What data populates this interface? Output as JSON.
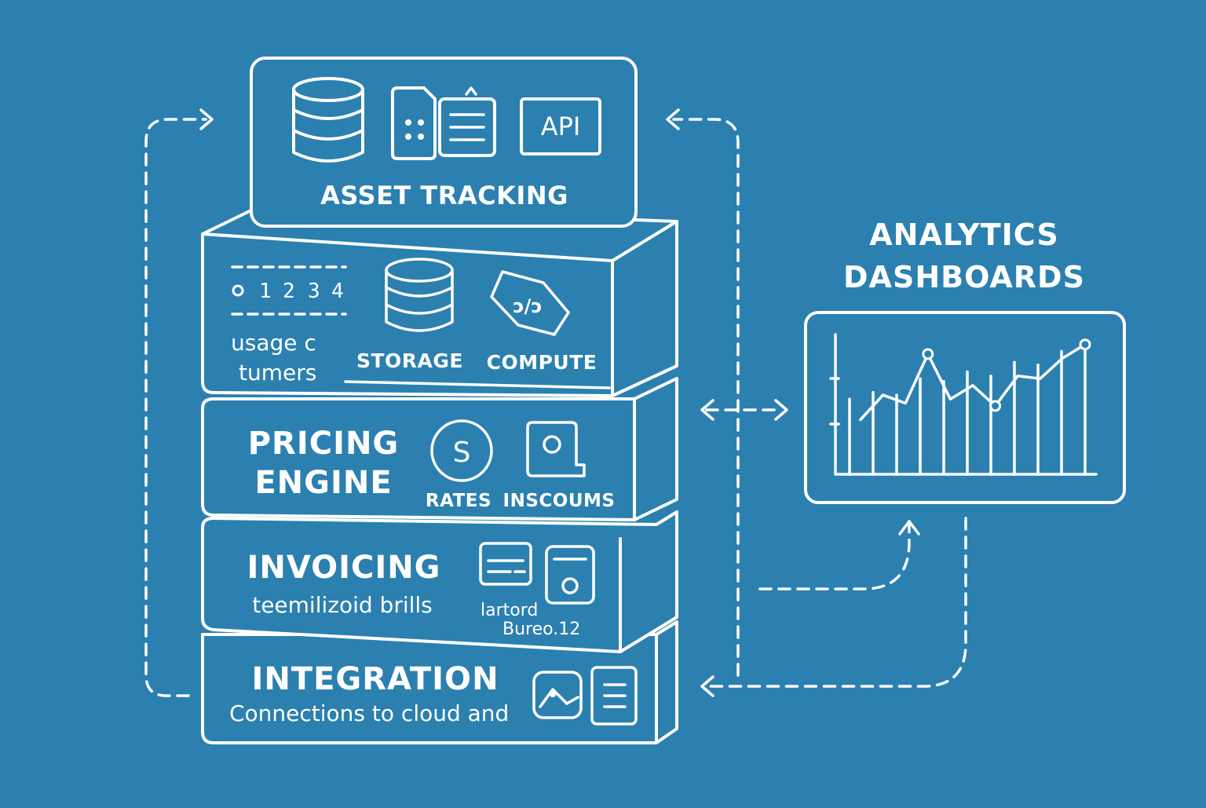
{
  "layers": {
    "asset_tracking": {
      "title": "ASSET TRACKING",
      "api_label": "API"
    },
    "usage": {
      "counter": [
        "1",
        "2",
        "3",
        "4"
      ],
      "caption_line1": "usage c",
      "caption_line2": "tumers",
      "storage_label": "STORAGE",
      "compute_label": "COMPUTE"
    },
    "pricing": {
      "title_line1": "PRICING",
      "title_line2": "ENGINE",
      "rates_symbol": "S",
      "rates_label": "RATES",
      "discounts_label": "INSCOUMS"
    },
    "invoicing": {
      "title": "INVOICING",
      "subtitle": "teemilizoid brills",
      "note_line1": "lartord",
      "note_line2": "Bureo.12"
    },
    "integration": {
      "title": "INTEGRATION",
      "subtitle": "Connections to cloud and"
    }
  },
  "analytics": {
    "title_line1": "ANALYTICS",
    "title_line2": "DASHBOARDS"
  },
  "chart_data": {
    "type": "line",
    "bars": [
      55,
      60,
      58,
      70,
      68,
      75,
      72,
      82,
      80,
      90,
      95
    ],
    "line": [
      40,
      58,
      52,
      88,
      55,
      65,
      50,
      72,
      70,
      85,
      95
    ]
  }
}
